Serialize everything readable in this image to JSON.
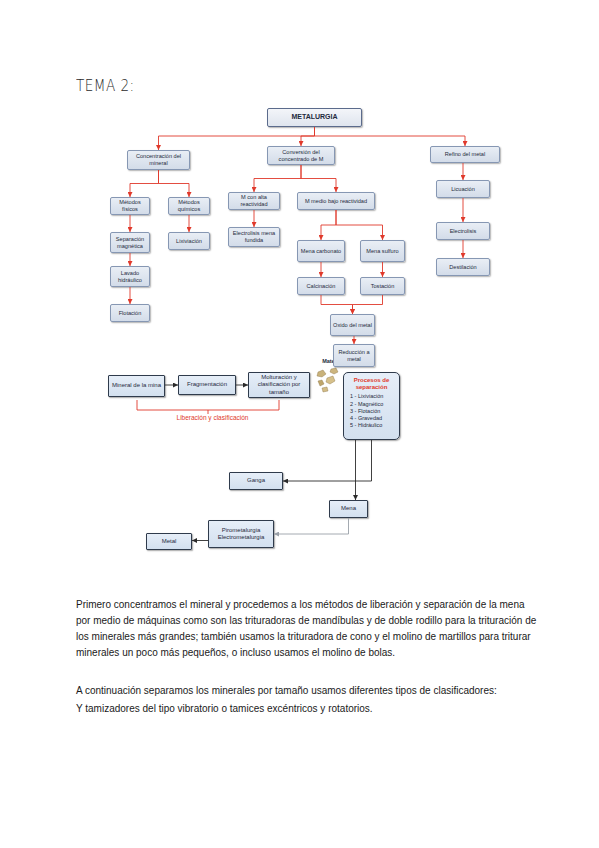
{
  "diagram": {
    "title": "TEMA 2:",
    "nodes": [
      {
        "text": [
          "METALURGIA"
        ]
      },
      {
        "text": [
          "Concentración del mineral"
        ]
      },
      {
        "text": [
          "Conversión del concentrado de M"
        ]
      },
      {
        "text": [
          "Refino del metal"
        ]
      },
      {
        "text": [
          "Métodos físicos"
        ]
      },
      {
        "text": [
          "Métodos químicos"
        ]
      },
      {
        "text": [
          "Separación magnética"
        ]
      },
      {
        "text": [
          "Lavado hidráulico"
        ]
      },
      {
        "text": [
          "Flotación"
        ]
      },
      {
        "text": [
          "Lixiviación"
        ]
      },
      {
        "text": [
          "M con alta reactividad"
        ]
      },
      {
        "text": [
          "M medio bajo reactividad"
        ]
      },
      {
        "text": [
          "Electrolisis mena fundida"
        ]
      },
      {
        "text": [
          "Mena carbonato"
        ]
      },
      {
        "text": [
          "Mena sulfuro"
        ]
      },
      {
        "text": [
          "Calcinación"
        ]
      },
      {
        "text": [
          "Tostación"
        ]
      },
      {
        "text": [
          "Oxido del metal"
        ]
      },
      {
        "text": [
          "Reducción a metal"
        ]
      },
      {
        "text": [
          "Licuación"
        ]
      },
      {
        "text": [
          "Electrolisis"
        ]
      },
      {
        "text": [
          "Destilación"
        ]
      },
      {
        "text": [
          "Mineral de la mina"
        ]
      },
      {
        "text": [
          "Fragmentación"
        ]
      },
      {
        "text": [
          "Molturación y clasificación por tamaño"
        ]
      },
      {
        "text": [
          "Procesos de separación",
          "1 - Lixiviación",
          "2 - Magnético",
          "3 - Flotación",
          "4 - Gravedad",
          "5 - Hidráulico"
        ]
      },
      {
        "text": [
          "Ganga"
        ]
      },
      {
        "text": [
          "Mena"
        ]
      },
      {
        "text": [
          "Pirometalurgia Electrometalurgia"
        ]
      },
      {
        "text": [
          "Metal"
        ]
      }
    ],
    "edges": [
      {
        "from": 0,
        "to": 1,
        "arrow": "to"
      },
      {
        "from": 0,
        "to": 2,
        "arrow": "to"
      },
      {
        "from": 0,
        "to": 3,
        "arrow": "to"
      },
      {
        "from": 1,
        "to": 4,
        "arrow": "to"
      },
      {
        "from": 1,
        "to": 5,
        "arrow": "to"
      },
      {
        "from": 4,
        "to": 6,
        "arrow": "to"
      },
      {
        "from": 6,
        "to": 7,
        "arrow": "to"
      },
      {
        "from": 7,
        "to": 8,
        "arrow": "to"
      },
      {
        "from": 5,
        "to": 9,
        "arrow": "to"
      },
      {
        "from": 2,
        "to": 10,
        "arrow": "to"
      },
      {
        "from": 2,
        "to": 11,
        "arrow": "to"
      },
      {
        "from": 10,
        "to": 12,
        "arrow": "to"
      },
      {
        "from": 11,
        "to": 13,
        "arrow": "to"
      },
      {
        "from": 11,
        "to": 14,
        "arrow": "to"
      },
      {
        "from": 13,
        "to": 15,
        "arrow": "to"
      },
      {
        "from": 14,
        "to": 16,
        "arrow": "to"
      },
      {
        "from": 15,
        "to": 17,
        "arrow": "to"
      },
      {
        "from": 16,
        "to": 17,
        "arrow": "to"
      },
      {
        "from": 17,
        "to": 18,
        "arrow": "to"
      },
      {
        "from": 3,
        "to": 19,
        "arrow": "to"
      },
      {
        "from": 19,
        "to": 20,
        "arrow": "to"
      },
      {
        "from": 20,
        "to": 21,
        "arrow": "to"
      },
      {
        "from": 22,
        "to": 23,
        "arrow": "to"
      },
      {
        "from": 23,
        "to": 24,
        "arrow": "to"
      },
      {
        "from": 25,
        "to": 26,
        "arrow": "to"
      },
      {
        "from": 25,
        "to": 27,
        "arrow": "to"
      },
      {
        "from": 27,
        "to": 28,
        "arrow": "to"
      },
      {
        "from": 28,
        "to": 29,
        "arrow": "to"
      }
    ],
    "labels": [
      "Material liberado",
      "Liberación y clasificación",
      "Primero concentramos el mineral y procedemos a los métodos de liberación y separación de la mena por medio de máquinas como son las trituradoras de mandíbulas y de doble rodillo para la trituración de los minerales más grandes; también usamos la trituradora de cono y el molino de martillos para triturar minerales un poco más pequeños, o incluso usamos el molino de bolas.",
      "A continuación separamos los minerales por tamaño usamos diferentes tipos de clasificadores:",
      "Y tamizadores del tipo vibratorio o tamices excéntricos y rotatorios."
    ]
  }
}
